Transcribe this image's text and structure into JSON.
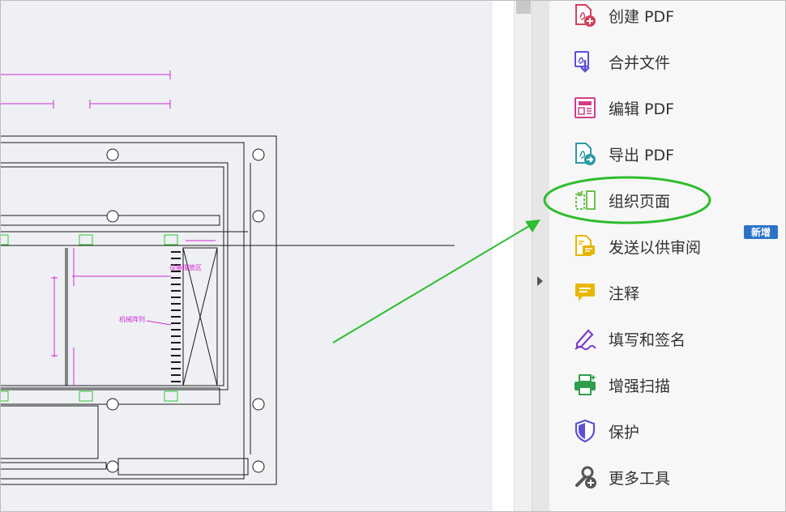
{
  "document": {
    "annotation_room": "设备摆放区",
    "annotation_machine": "机械阵列"
  },
  "tools": [
    {
      "label": "创建 PDF",
      "icon": "create-pdf-icon"
    },
    {
      "label": "合并文件",
      "icon": "combine-files-icon"
    },
    {
      "label": "编辑 PDF",
      "icon": "edit-pdf-icon"
    },
    {
      "label": "导出 PDF",
      "icon": "export-pdf-icon"
    },
    {
      "label": "组织页面",
      "icon": "organize-pages-icon"
    },
    {
      "label": "发送以供审阅",
      "icon": "send-for-review-icon"
    },
    {
      "label": "注释",
      "icon": "comment-icon"
    },
    {
      "label": "填写和签名",
      "icon": "fill-sign-icon"
    },
    {
      "label": "增强扫描",
      "icon": "enhance-scan-icon"
    },
    {
      "label": "保护",
      "icon": "protect-icon"
    },
    {
      "label": "更多工具",
      "icon": "more-tools-icon"
    }
  ],
  "badge": {
    "new_label": "新增"
  },
  "colors": {
    "highlight": "#2ebd2e",
    "badge": "#2c73c8",
    "plan_annotation": "#d42ad4"
  }
}
